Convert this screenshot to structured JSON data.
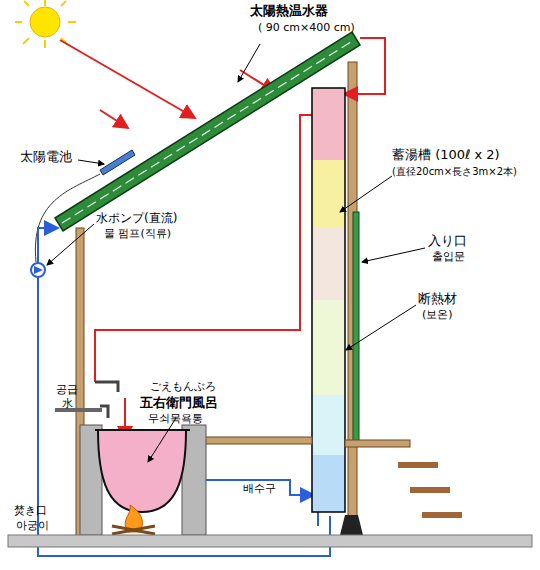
{
  "diagram": {
    "labels": [
      "太陽熱温水器",
      "( 90 cm×400 cm)",
      "太陽電池",
      "水ポンプ(直流)",
      "물 펌프(직류)",
      "蓄湯槽 (100ℓ x 2)",
      "(直径20cm×長さ3m×2本)",
      "入り口",
      "출입문",
      "断熱材",
      "(보온)",
      "ごえもんぶろ",
      "五右衛門風呂",
      "무쇠목욕통",
      "공급",
      "水",
      "배수구",
      "焚き口",
      "아궁이"
    ]
  }
}
